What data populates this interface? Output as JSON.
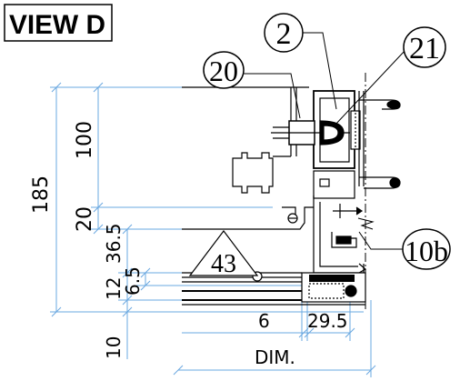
{
  "view_title": "VIEW D",
  "callouts": {
    "c2": "2",
    "c20": "20",
    "c21": "21",
    "c10b": "10b",
    "c43": "43"
  },
  "dimensions": {
    "d185": "185",
    "d100": "100",
    "d20": "20",
    "d36_5": "36.5",
    "d12": "12",
    "d6_5": "6.5",
    "d10": "10",
    "d6": "6",
    "d29_5": "29.5",
    "dim": "DIM."
  },
  "colors": {
    "dimension_line": "#6aa8e0",
    "drawing_line": "#000000"
  }
}
